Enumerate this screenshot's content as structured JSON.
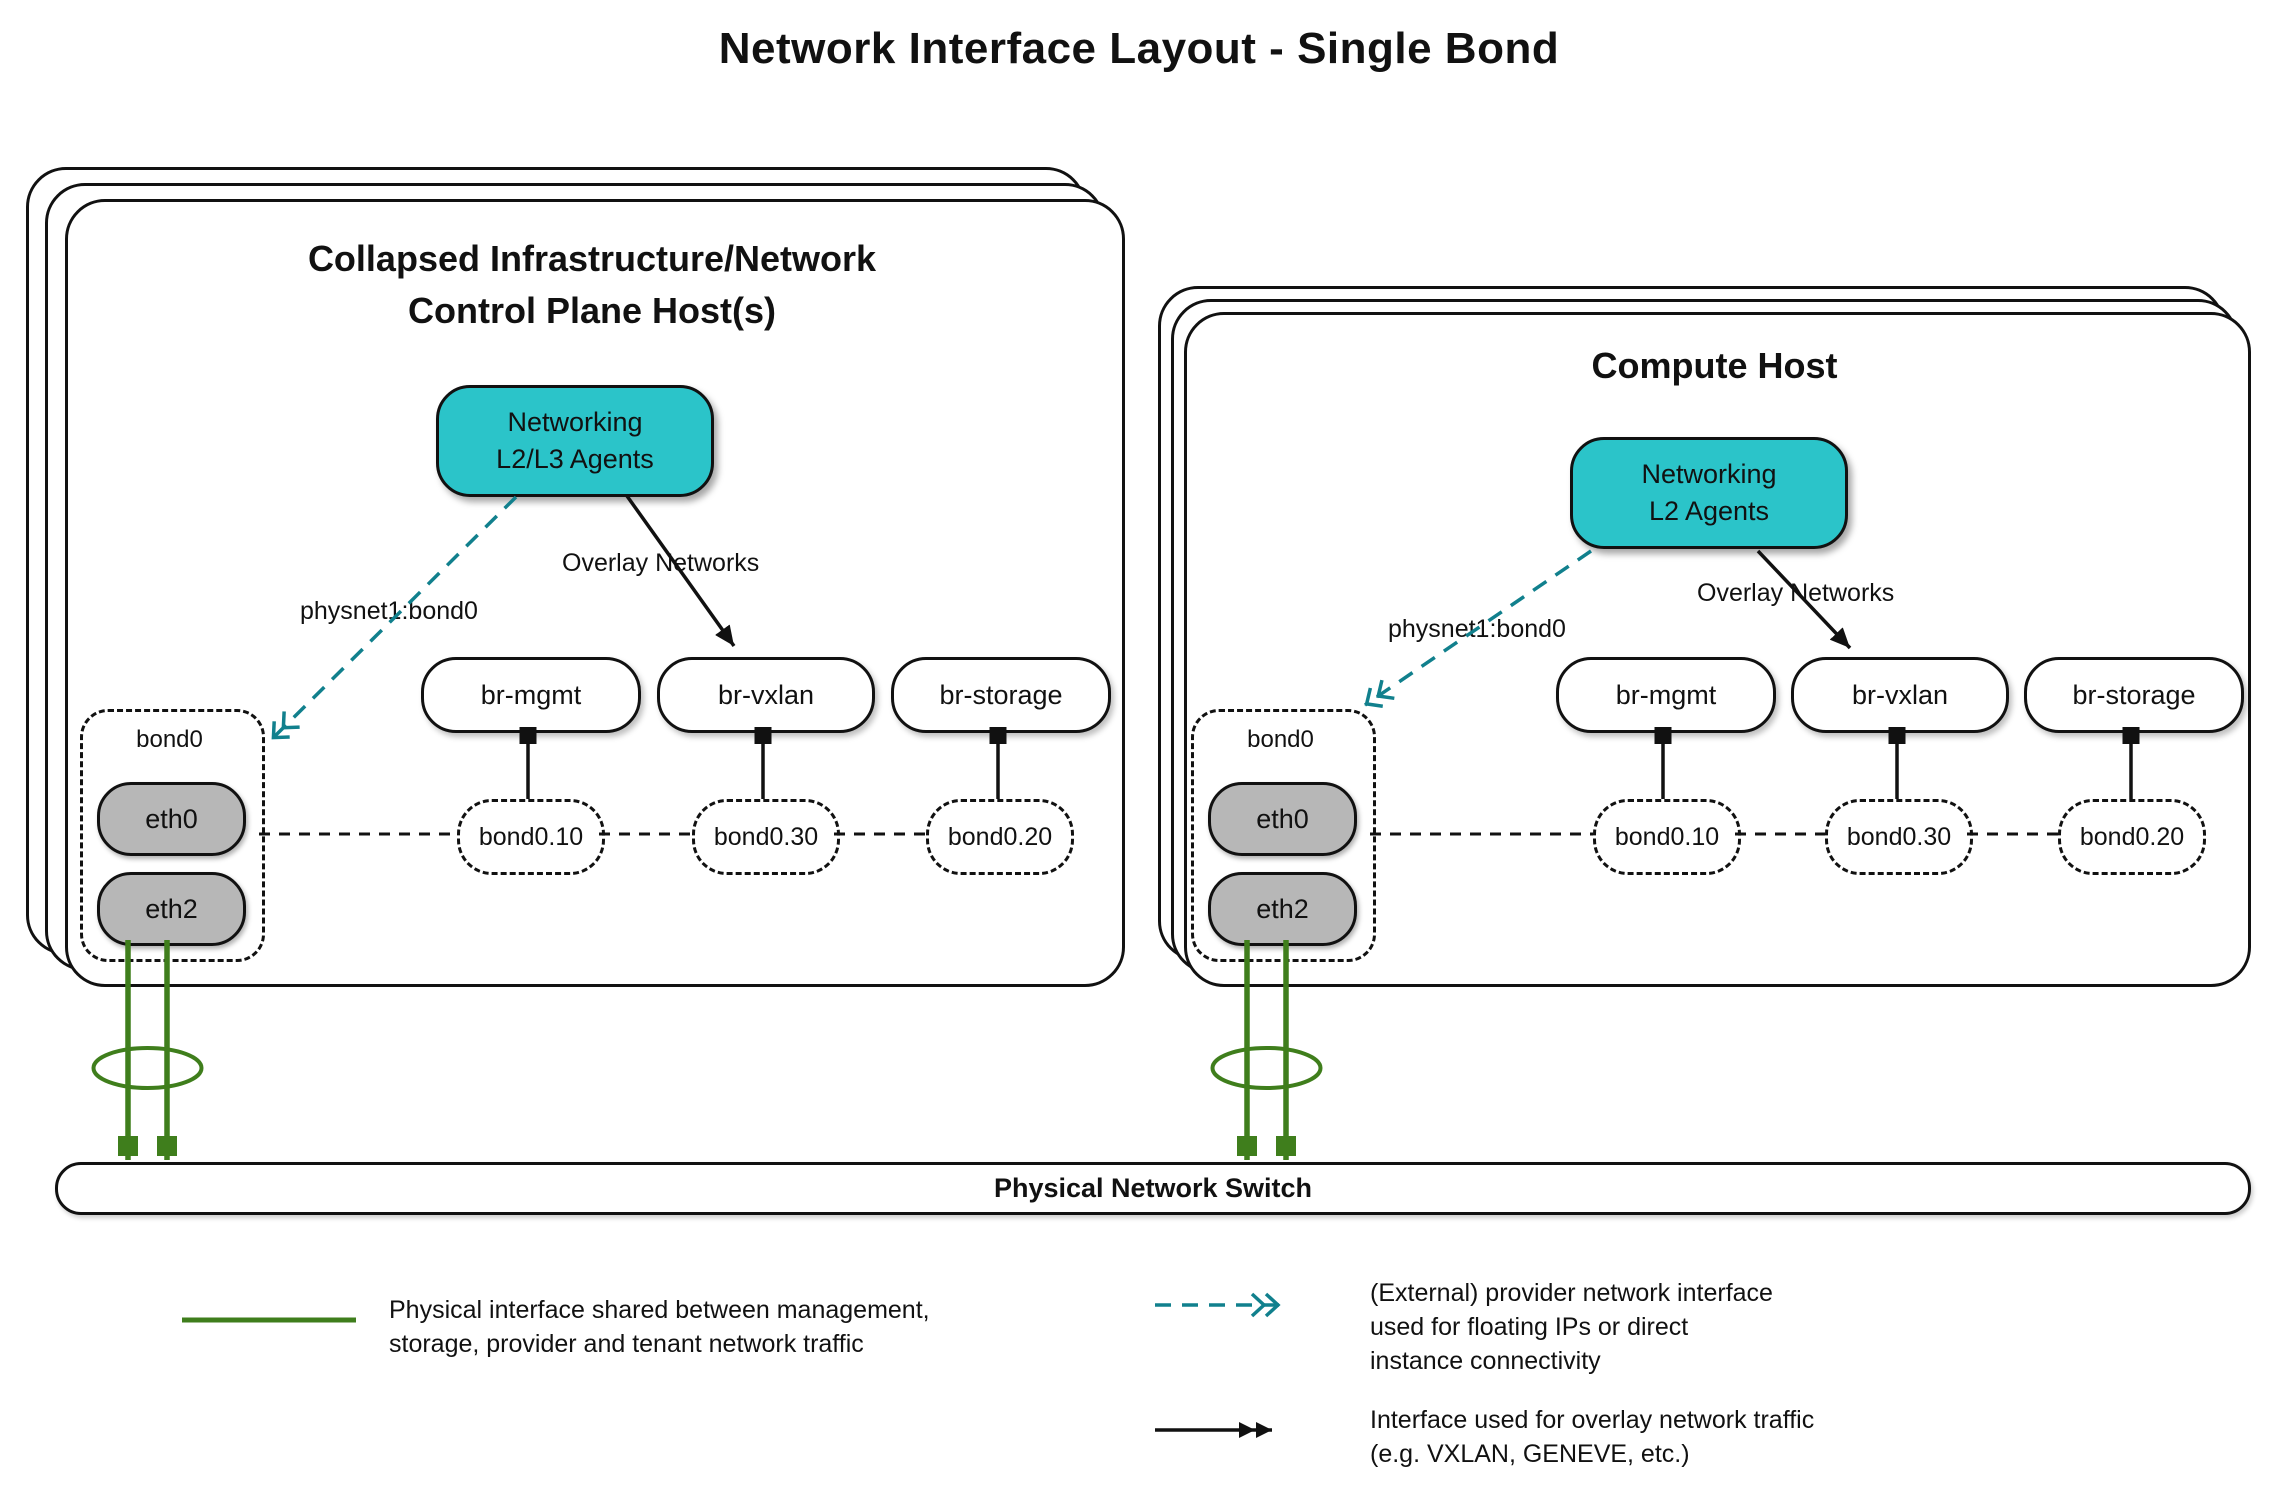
{
  "title": "Network Interface Layout - Single Bond",
  "colors": {
    "node_teal": "#2BC4C9",
    "provider_arrow_teal": "#11808D",
    "physical_green": "#3F7E1C",
    "nic_gray": "#B7B7B7"
  },
  "hosts": {
    "control": {
      "title_line1": "Collapsed Infrastructure/Network",
      "title_line2": "Control Plane Host(s)",
      "agent": {
        "line1": "Networking",
        "line2": "L2/L3 Agents"
      },
      "physnet_label": "physnet1:bond0",
      "overlay_label": "Overlay Networks",
      "bridges": [
        "br-mgmt",
        "br-vxlan",
        "br-storage"
      ],
      "vlans": [
        "bond0.10",
        "bond0.30",
        "bond0.20"
      ],
      "bond_label": "bond0",
      "nics": [
        "eth0",
        "eth2"
      ]
    },
    "compute": {
      "title": "Compute Host",
      "agent": {
        "line1": "Networking",
        "line2": "L2 Agents"
      },
      "physnet_label": "physnet1:bond0",
      "overlay_label": "Overlay Networks",
      "bridges": [
        "br-mgmt",
        "br-vxlan",
        "br-storage"
      ],
      "vlans": [
        "bond0.10",
        "bond0.30",
        "bond0.20"
      ],
      "bond_label": "bond0",
      "nics": [
        "eth0",
        "eth2"
      ]
    }
  },
  "switch": {
    "label": "Physical Network Switch"
  },
  "legend": {
    "physical": {
      "lines": [
        "Physical interface shared between management,",
        "storage, provider and tenant network traffic"
      ]
    },
    "provider": {
      "lines": [
        "(External) provider network interface",
        "used for floating IPs or direct",
        "instance connectivity"
      ]
    },
    "overlay": {
      "lines": [
        "Interface used for overlay network traffic",
        "(e.g. VXLAN, GENEVE, etc.)"
      ]
    }
  }
}
